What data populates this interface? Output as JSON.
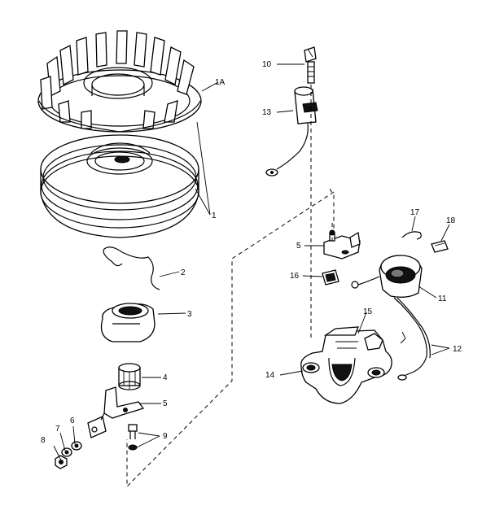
{
  "callouts": {
    "flywheel": "1",
    "fan": "1A",
    "spring": "2",
    "cam_cover": "3",
    "bushing": "4",
    "bracket_lower": "5",
    "bracket_upper": "5",
    "terminal_nut": "6",
    "lockwasher": "7",
    "nut": "8",
    "screw_washer": "9",
    "screw_top": "10",
    "coil": "11",
    "lead": "12",
    "spark_cap": "13",
    "magneto_base": "14",
    "points_support": "15",
    "condenser_clip": "16",
    "wire_clip": "17",
    "felt": "18"
  },
  "colors": {
    "ink": "#000000",
    "paper": "#ffffff",
    "shade": "#777777"
  }
}
